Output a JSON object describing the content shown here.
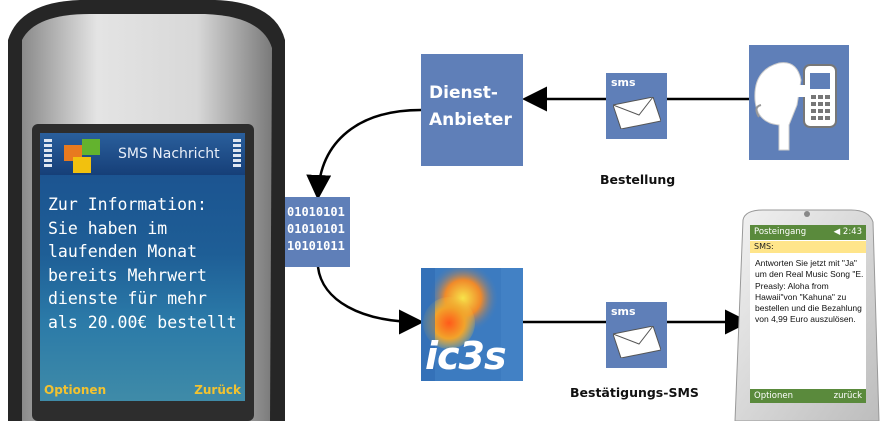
{
  "phone": {
    "title": "SMS Nachricht",
    "message": "Zur Information:\nSie haben im\nlaufenden Monat\nbereits Mehrwert\ndienste für mehr\nals 20.00€ bestellt",
    "left_softkey": "Optionen",
    "right_softkey": "Zurück"
  },
  "provider": {
    "label": "Dienst-\nAnbieter"
  },
  "sms_top": {
    "label": "sms"
  },
  "sms_bottom": {
    "label": "sms"
  },
  "caption_order": "Bestellung",
  "caption_confirm": "Bestätigungs-SMS",
  "binary": {
    "text": "01010101\n01010101\n10101011"
  },
  "logo": {
    "text": "ic3s"
  },
  "pda": {
    "inbox": "Posteingang",
    "status": "◀ 2:43",
    "sms_header": "SMS:",
    "message": "Antworten Sie jetzt mit \"Ja\" um den Real Music Song \"E. Preasly: Aloha from Hawaii\"von \"Kahuna\" zu bestellen und die Bezahlung von 4,99 Euro auszulösen.",
    "left_softkey": "Optionen",
    "right_softkey": "zurück"
  },
  "colors": {
    "box_blue": "#5f7fb8",
    "screen_blue": "#1a4f8e",
    "softkey_yellow": "#f2c230",
    "pda_green": "#5a8a3c"
  }
}
